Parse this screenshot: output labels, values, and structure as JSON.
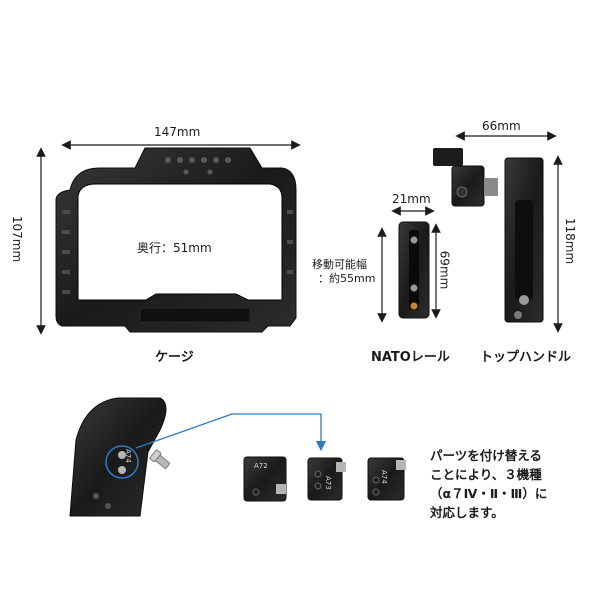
{
  "dimensions": {
    "cage_width": "147mm",
    "cage_height": "107mm",
    "cage_depth": "奥行：51mm",
    "nato_width": "21mm",
    "nato_height": "69mm",
    "nato_travel_line1": "移動可能幅",
    "nato_travel_line2": "：約55mm",
    "handle_width": "66mm",
    "handle_height": "118mm"
  },
  "captions": {
    "cage": "ケージ",
    "nato": "NATOレール",
    "handle": "トップハンドル"
  },
  "parts": {
    "a74": "A74",
    "a72": "A72",
    "a73": "A73"
  },
  "description": {
    "line1": "パーツを付け替える",
    "line2": "ことにより、３機種",
    "line3": "（α７Ⅳ・Ⅱ・Ⅲ）に",
    "line4": "対応します。"
  },
  "colors": {
    "metal": "#1c1c1c",
    "dim_line": "#1a1a1a",
    "callout": "#2e7bc0",
    "highlight_circle": "#2e7bc0"
  }
}
